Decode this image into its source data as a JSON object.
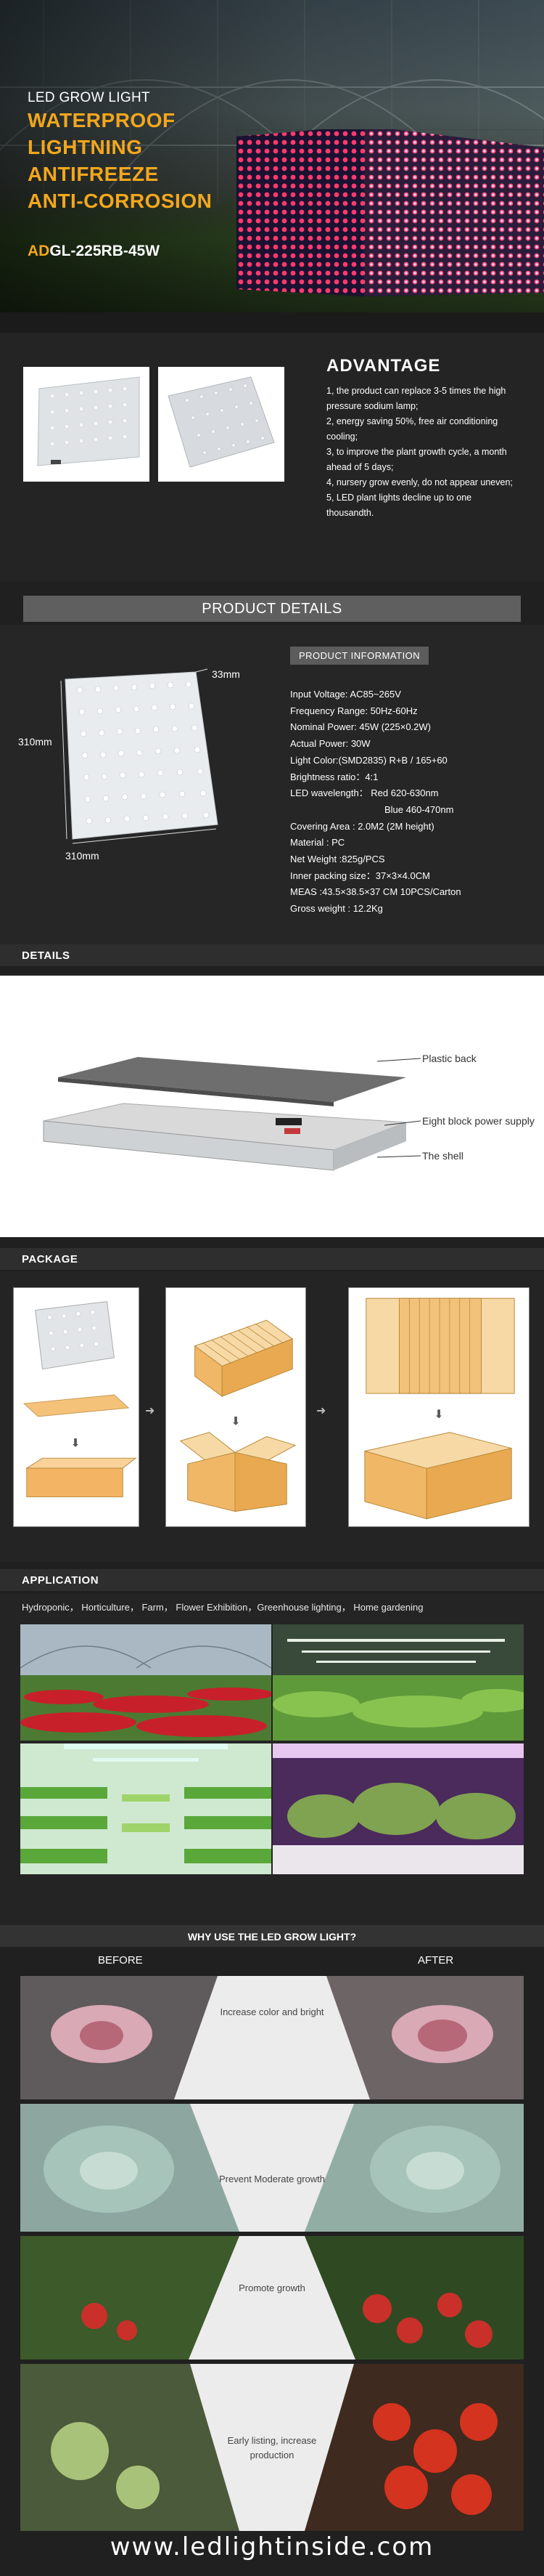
{
  "hero": {
    "subtitle": "LED GROW LIGHT",
    "features": [
      "WATERPROOF",
      "LIGHTNING",
      "ANTIFREEZE",
      "ANTI-CORROSION"
    ],
    "model_prefix": "AD",
    "model_rest": "GL-225RB-45W",
    "accent": "#f3a71c"
  },
  "advantage": {
    "title": "ADVANTAGE",
    "items": [
      "1, the product can replace 3-5 times the high pressure sodium lamp;",
      "2, energy saving 50%, free air conditioning cooling;",
      "3, to improve the plant growth cycle, a month ahead of 5 days;",
      "4, nursery grow evenly, do not appear uneven;",
      "5, LED plant lights decline up to one thousandth."
    ]
  },
  "product_details": {
    "title": "PRODUCT DETAILS",
    "info_title": "PRODUCT INFORMATION",
    "dim_top": "33mm",
    "dim_left": "310mm",
    "dim_bottom": "310mm",
    "specs": [
      "Input Voltage: AC85~265V",
      "Frequency Range: 50Hz-60Hz",
      "Nominal  Power: 45W  (225×0.2W)",
      "Actual  Power: 30W",
      "Light Color:(SMD2835) R+B / 165+60",
      "Brightness ratio：4:1",
      "LED wavelength：  Red  620-630nm"
    ],
    "spec_indent": "Blue 460-470nm",
    "specs2": [
      "Covering Area : 2.0M2  (2M height)",
      "Material : PC",
      "Net Weight :825g/PCS",
      "Inner packing size：37×3×4.0CM",
      "MEAS :43.5×38.5×37 CM  10PCS/Carton",
      "Gross weight : 12.2Kg"
    ]
  },
  "details": {
    "title": "DETAILS",
    "callouts": [
      "Plastic back",
      "Eight block power supply",
      "The shell"
    ]
  },
  "package": {
    "title": "PACKAGE"
  },
  "application": {
    "title": "APPLICATION",
    "categories": "Hydroponic，  Horticulture， Farm， Flower Exhibition，Greenhouse lighting， Home gardening"
  },
  "why": {
    "title": "WHY USE THE LED GROW LIGHT?",
    "before": "BEFORE",
    "after": "AFTER",
    "steps": [
      "Increase color and bright",
      "Prevent Moderate growth",
      "Promote growth",
      "Early listing, increase production"
    ]
  },
  "footer": {
    "url": "www.ledlightinside.com"
  }
}
